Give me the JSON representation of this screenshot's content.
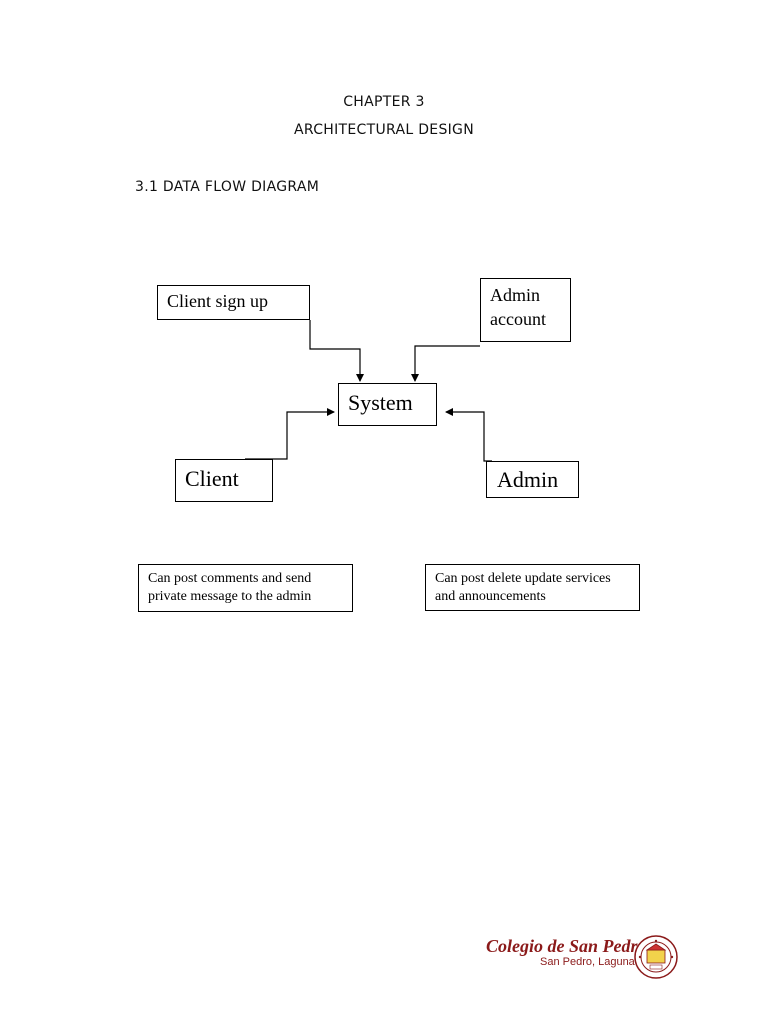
{
  "document": {
    "chapter": "CHAPTER 3",
    "title": "ARCHITECTURAL DESIGN",
    "section": "3.1 DATA FLOW DIAGRAM"
  },
  "diagram": {
    "nodes": {
      "client_sign_up": "Client sign up",
      "admin_account_line1": "Admin",
      "admin_account_line2": "account",
      "system": "System",
      "client": "Client",
      "admin": "Admin"
    },
    "notes": {
      "client_note_line1": "Can post comments and send",
      "client_note_line2": "private message to the admin",
      "admin_note_line1": "Can post delete update services",
      "admin_note_line2": "and announcements"
    }
  },
  "footer": {
    "school_name": "Colegio de San Pedro",
    "location": "San Pedro, Laguna",
    "brand_color": "#8b1a1a"
  }
}
